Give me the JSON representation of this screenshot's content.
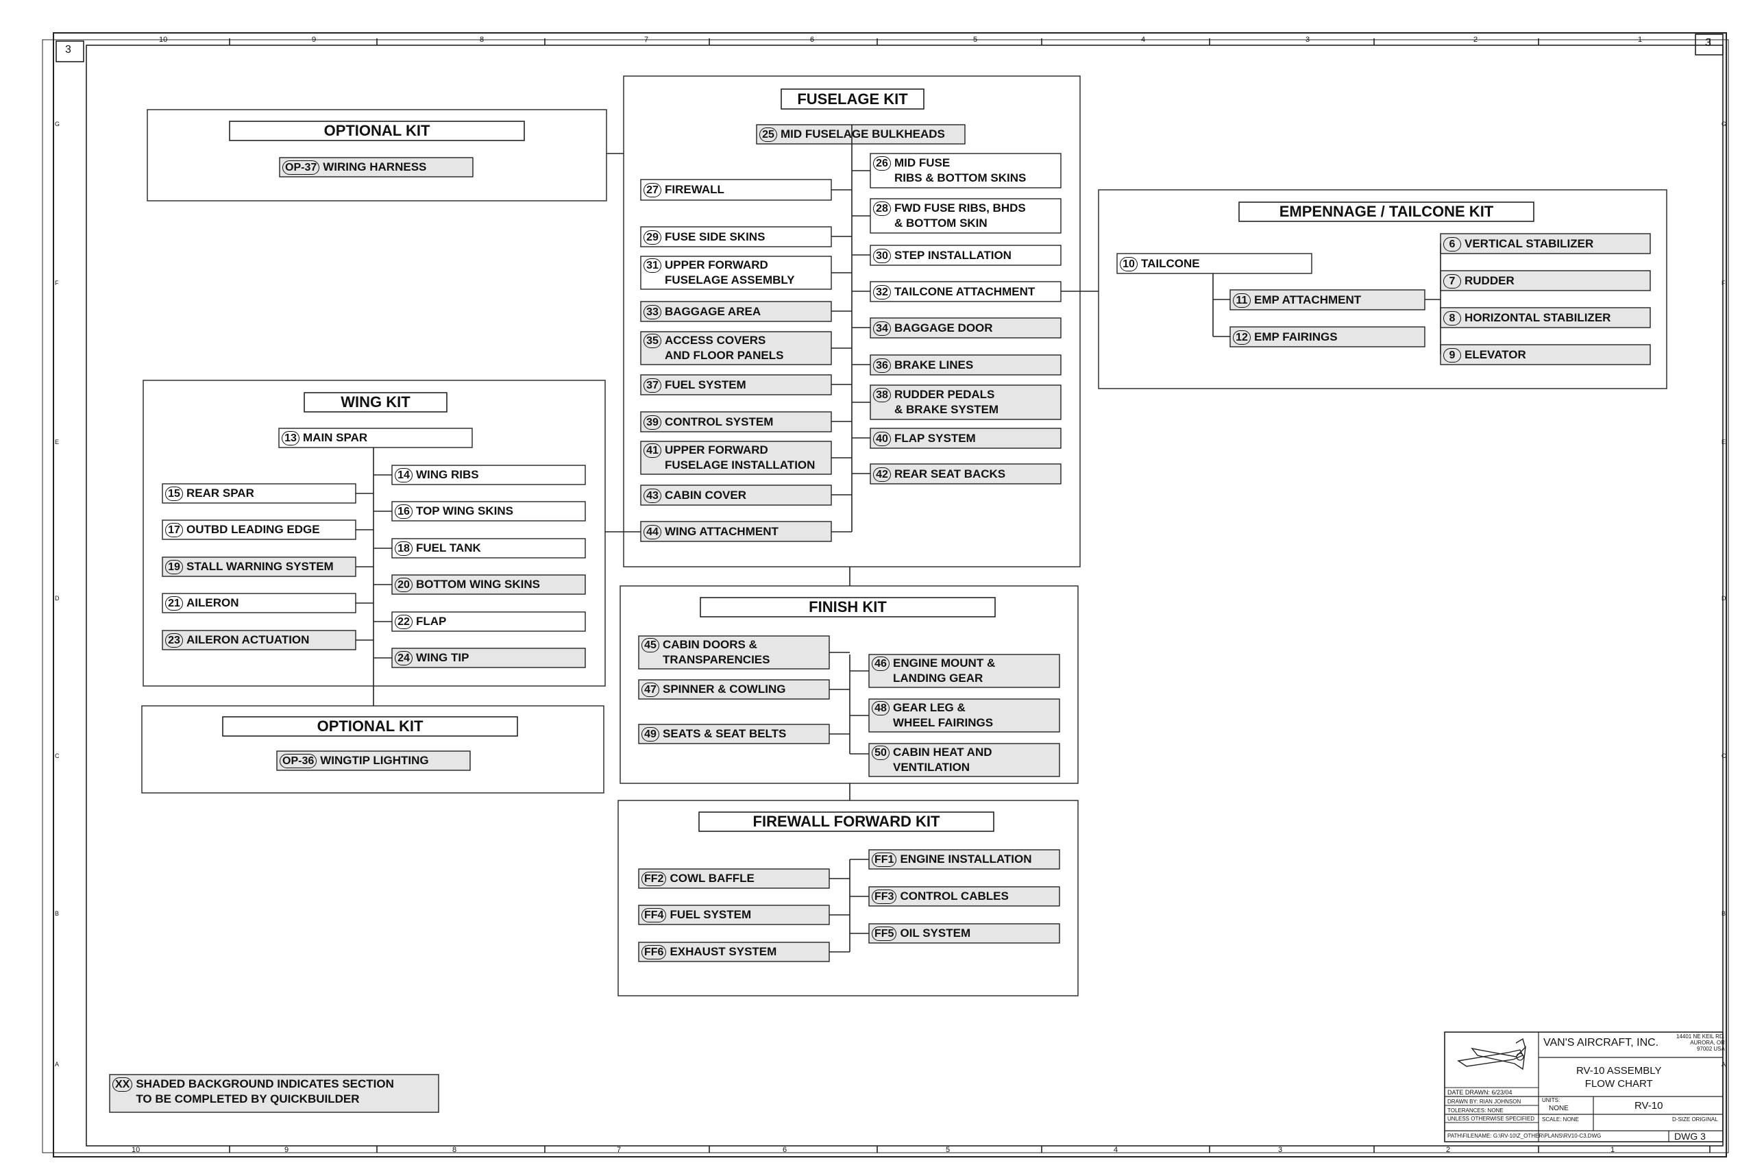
{
  "sheet": {
    "number": "3",
    "top_zone_numbers": [
      "10",
      "9",
      "8",
      "7",
      "6",
      "5",
      "4",
      "3",
      "2",
      "1"
    ],
    "bottom_zone_numbers": [
      "10",
      "9",
      "8",
      "7",
      "6",
      "5",
      "4",
      "3",
      "2",
      "1"
    ],
    "side_zone_letters": [
      "G",
      "F",
      "E",
      "D",
      "C",
      "B",
      "A"
    ]
  },
  "optional_kit_top": {
    "title": "OPTIONAL KIT",
    "items": [
      {
        "num": "OP-37",
        "label": "WIRING HARNESS"
      }
    ]
  },
  "fuselage_kit": {
    "title": "FUSELAGE KIT",
    "items": [
      {
        "num": "25",
        "label": "MID FUSELAGE BULKHEADS"
      },
      {
        "num": "26",
        "label": "MID FUSE\nRIBS & BOTTOM SKINS"
      },
      {
        "num": "27",
        "label": "FIREWALL"
      },
      {
        "num": "28",
        "label": "FWD FUSE RIBS, BHDS\n& BOTTOM SKIN"
      },
      {
        "num": "29",
        "label": "FUSE SIDE SKINS"
      },
      {
        "num": "30",
        "label": "STEP INSTALLATION"
      },
      {
        "num": "31",
        "label": "UPPER FORWARD\nFUSELAGE ASSEMBLY"
      },
      {
        "num": "32",
        "label": "TAILCONE ATTACHMENT"
      },
      {
        "num": "33",
        "label": "BAGGAGE AREA"
      },
      {
        "num": "34",
        "label": "BAGGAGE DOOR"
      },
      {
        "num": "35",
        "label": "ACCESS COVERS\nAND FLOOR PANELS"
      },
      {
        "num": "36",
        "label": "BRAKE LINES"
      },
      {
        "num": "37",
        "label": "FUEL SYSTEM"
      },
      {
        "num": "38",
        "label": "RUDDER PEDALS\n& BRAKE SYSTEM"
      },
      {
        "num": "39",
        "label": "CONTROL SYSTEM"
      },
      {
        "num": "40",
        "label": "FLAP SYSTEM"
      },
      {
        "num": "41",
        "label": "UPPER FORWARD\nFUSELAGE INSTALLATION"
      },
      {
        "num": "42",
        "label": "REAR SEAT BACKS"
      },
      {
        "num": "43",
        "label": "CABIN COVER"
      },
      {
        "num": "44",
        "label": "WING ATTACHMENT"
      }
    ]
  },
  "empennage_kit": {
    "title": "EMPENNAGE / TAILCONE KIT",
    "items": [
      {
        "num": "10",
        "label": "TAILCONE"
      },
      {
        "num": "11",
        "label": "EMP ATTACHMENT"
      },
      {
        "num": "12",
        "label": "EMP FAIRINGS"
      },
      {
        "num": "6",
        "label": "VERTICAL STABILIZER"
      },
      {
        "num": "7",
        "label": "RUDDER"
      },
      {
        "num": "8",
        "label": "HORIZONTAL STABILIZER"
      },
      {
        "num": "9",
        "label": "ELEVATOR"
      }
    ]
  },
  "wing_kit": {
    "title": "WING KIT",
    "items": [
      {
        "num": "13",
        "label": "MAIN SPAR"
      },
      {
        "num": "14",
        "label": "WING RIBS"
      },
      {
        "num": "15",
        "label": "REAR SPAR"
      },
      {
        "num": "16",
        "label": "TOP WING SKINS"
      },
      {
        "num": "17",
        "label": "OUTBD LEADING EDGE"
      },
      {
        "num": "18",
        "label": "FUEL TANK"
      },
      {
        "num": "19",
        "label": "STALL WARNING SYSTEM"
      },
      {
        "num": "20",
        "label": "BOTTOM WING SKINS"
      },
      {
        "num": "21",
        "label": "AILERON"
      },
      {
        "num": "22",
        "label": "FLAP"
      },
      {
        "num": "23",
        "label": "AILERON ACTUATION"
      },
      {
        "num": "24",
        "label": "WING TIP"
      }
    ]
  },
  "optional_kit_bottom": {
    "title": "OPTIONAL KIT",
    "items": [
      {
        "num": "OP-36",
        "label": "WINGTIP LIGHTING"
      }
    ]
  },
  "finish_kit": {
    "title": "FINISH KIT",
    "items": [
      {
        "num": "45",
        "label": "CABIN DOORS &\nTRANSPARENCIES"
      },
      {
        "num": "46",
        "label": "ENGINE MOUNT &\nLANDING GEAR"
      },
      {
        "num": "47",
        "label": "SPINNER & COWLING"
      },
      {
        "num": "48",
        "label": "GEAR LEG &\nWHEEL FAIRINGS"
      },
      {
        "num": "49",
        "label": "SEATS & SEAT BELTS"
      },
      {
        "num": "50",
        "label": "CABIN HEAT AND\nVENTILATION"
      }
    ]
  },
  "firewall_forward_kit": {
    "title": "FIREWALL FORWARD KIT",
    "items": [
      {
        "num": "FF1",
        "label": "ENGINE INSTALLATION"
      },
      {
        "num": "FF2",
        "label": "COWL BAFFLE"
      },
      {
        "num": "FF3",
        "label": "CONTROL CABLES"
      },
      {
        "num": "FF4",
        "label": "FUEL SYSTEM"
      },
      {
        "num": "FF5",
        "label": "OIL SYSTEM"
      },
      {
        "num": "FF6",
        "label": "EXHAUST SYSTEM"
      }
    ]
  },
  "legend": {
    "num": "XX",
    "text": "SHADED BACKGROUND INDICATES SECTION\nTO BE COMPLETED BY QUICKBUILDER"
  },
  "title_block": {
    "company": "VAN'S AIRCRAFT, INC.",
    "address": "14401 NE KEIL RD.\nAURORA, OR\n97002 USA",
    "drawing_title": "RV-10 ASSEMBLY\nFLOW CHART",
    "date_drawn": "DATE DRAWN: 6/23/04",
    "drawn_by": "DRAWN BY: RIAN JOHNSON",
    "tolerances": "TOLERANCES:  NONE",
    "unless": "UNLESS OTHERWISE SPECIFIED",
    "units_label": "UNITS:",
    "units": "NONE",
    "model": "RV-10",
    "scale": "SCALE: NONE",
    "size": "D-SIZE ORIGINAL",
    "path": "PATH\\FILENAME:  G:\\RV-10\\Z_OTHER\\PLANS\\RV10-C3.DWG",
    "dwg": "DWG  3"
  },
  "colors": {
    "line": "#222222",
    "shade": "#e6e6e6",
    "paper": "#ffffff"
  }
}
